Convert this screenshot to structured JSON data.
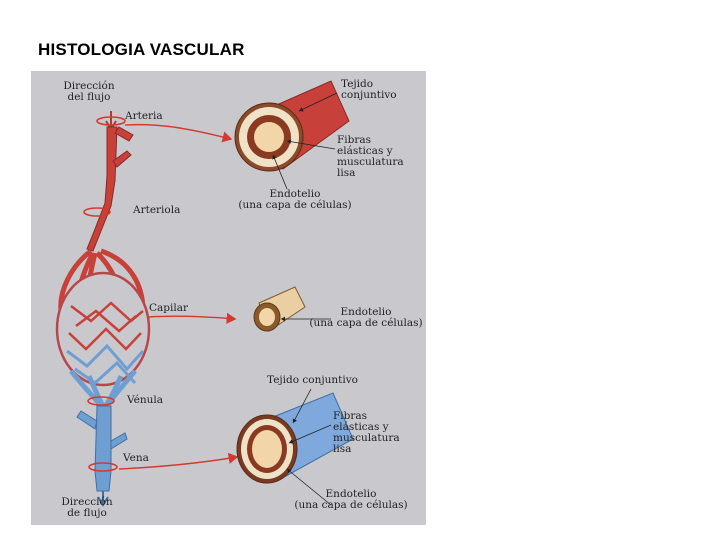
{
  "slide": {
    "title": "HISTOLOGIA VASCULAR"
  },
  "figure": {
    "colors": {
      "background": "#c9c9cd",
      "artery": "#c8403a",
      "vein": "#6f9fd2",
      "arrow": "#d23a30",
      "wall_outer": "#8b4a2a",
      "lumen": "#f2d5a8"
    },
    "left_labels": {
      "flow_top": [
        "Dirección",
        "del flujo"
      ],
      "arteria": "Arteria",
      "arteriola": "Arteriola",
      "capilar": "Capilar",
      "venula": "Vénula",
      "vena": "Vena",
      "flow_bottom": [
        "Dirección",
        "de flujo"
      ]
    },
    "artery_section": {
      "tejido": [
        "Tejido",
        "conjuntivo"
      ],
      "fibras": [
        "Fibras",
        "elásticas y",
        "musculatura",
        "lisa"
      ],
      "endotelio": [
        "Endotelio",
        "(una capa de células)"
      ]
    },
    "capillary_section": {
      "endotelio": [
        "Endotelio",
        "(una capa de células)"
      ]
    },
    "vein_section": {
      "tejido": "Tejido conjuntivo",
      "fibras": [
        "Fibras",
        "elásticas y",
        "musculatura",
        "lisa"
      ],
      "endotelio": [
        "Endotelio",
        "(una capa de células)"
      ]
    }
  }
}
